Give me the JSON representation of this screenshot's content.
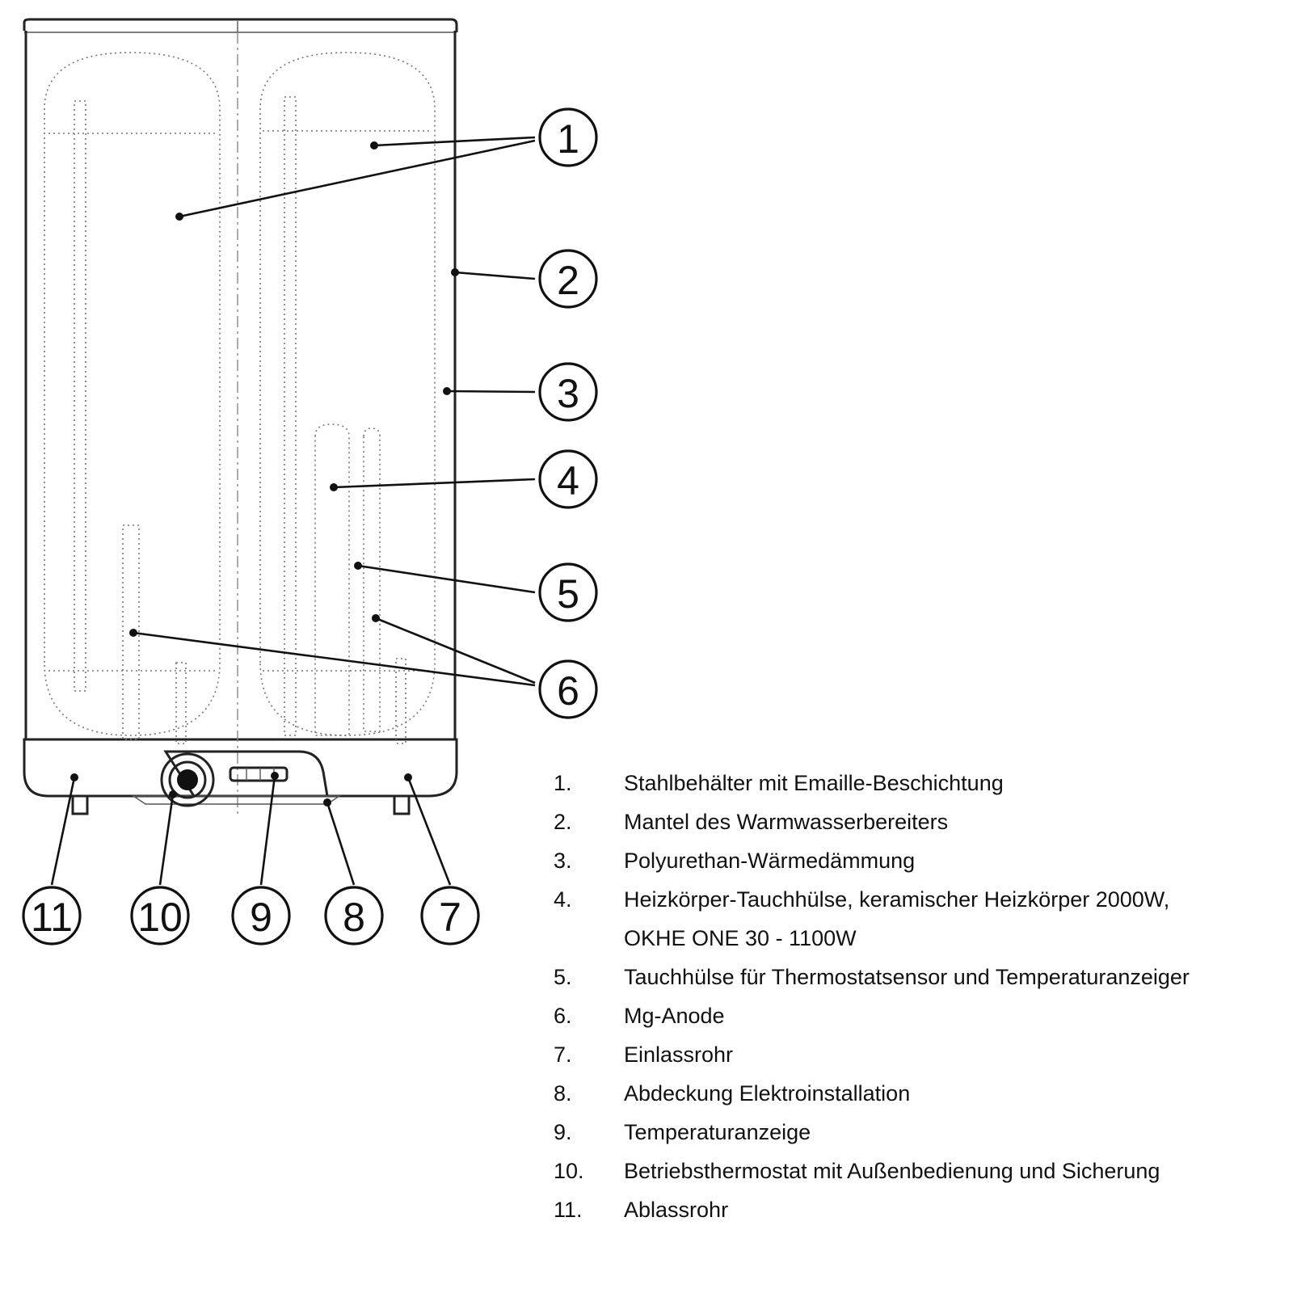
{
  "callouts": [
    "1",
    "2",
    "3",
    "4",
    "5",
    "6",
    "7",
    "8",
    "9",
    "10",
    "11"
  ],
  "legend": [
    {
      "num": "1.",
      "text": "Stahlbehälter mit Emaille-Beschichtung"
    },
    {
      "num": "2.",
      "text": "Mantel des Warmwasserbereiters"
    },
    {
      "num": "3.",
      "text": "Polyurethan-Wärmedämmung"
    },
    {
      "num": "4.",
      "text": "Heizkörper-Tauchhülse, keramischer Heizkörper 2000W,",
      "text2": "OKHE ONE 30 - 1100W"
    },
    {
      "num": "5.",
      "text": "Tauchhülse für Thermostatsensor und Temperaturanzeiger"
    },
    {
      "num": "6.",
      "text": "Mg-Anode"
    },
    {
      "num": "7.",
      "text": "Einlassrohr"
    },
    {
      "num": "8.",
      "text": "Abdeckung Elektroinstallation"
    },
    {
      "num": "9.",
      "text": "Temperaturanzeige"
    },
    {
      "num": "10.",
      "text": "Betriebsthermostat mit  Außenbedienung und Sicherung"
    },
    {
      "num": "11.",
      "text": "Ablassrohr"
    }
  ]
}
